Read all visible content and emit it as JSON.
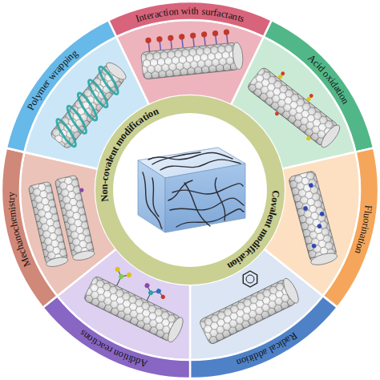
{
  "diagram": {
    "nodes": [
      {
        "text": [
          "Interaction with surfactants"
        ]
      },
      {
        "text": [
          "Acid oxidation"
        ]
      },
      {
        "text": [
          "Fluorination"
        ]
      },
      {
        "text": [
          "Radical addition"
        ]
      },
      {
        "text": [
          "Addition reactions"
        ]
      },
      {
        "text": [
          "Mechanochemistry"
        ]
      },
      {
        "text": [
          "Polymer wrapping"
        ]
      },
      {
        "text": [
          "Non-covalent modification",
          "Covalent modification"
        ]
      }
    ]
  }
}
